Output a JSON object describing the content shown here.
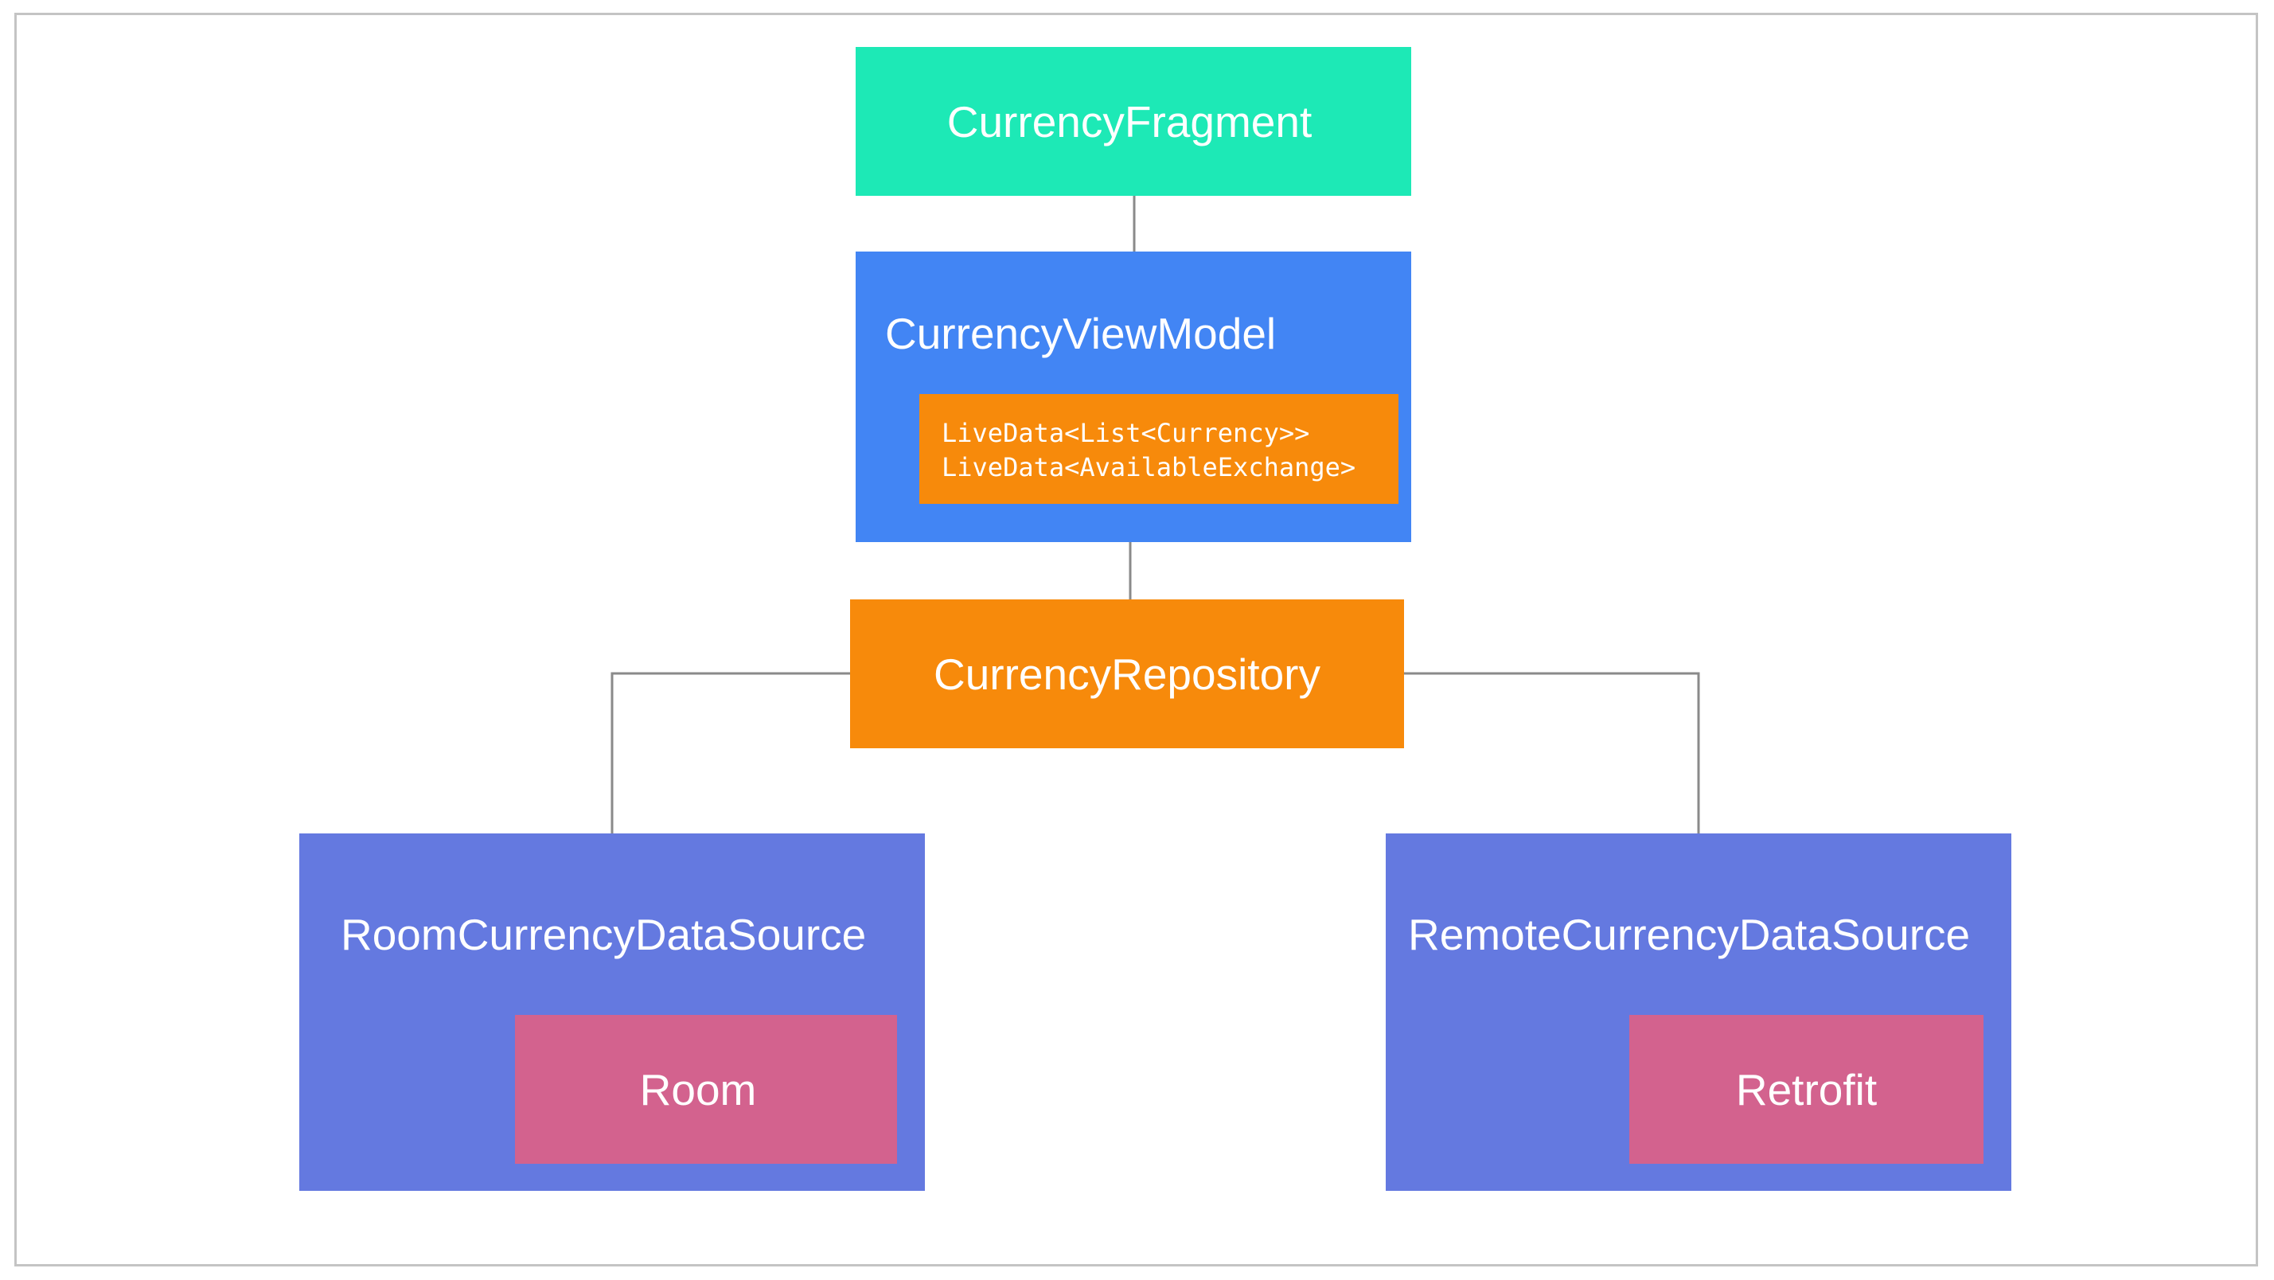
{
  "colors": {
    "fragment": "#1de9b6",
    "viewmodel": "#4285f4",
    "repository": "#f78a0b",
    "datasource": "#6479e0",
    "library": "#d3628e",
    "connector": "#8a8a8a",
    "frame": "#c4c4c4"
  },
  "diagram": {
    "fragment": {
      "label": "CurrencyFragment"
    },
    "viewmodel": {
      "label": "CurrencyViewModel",
      "livedata": [
        "LiveData<List<Currency>>",
        "LiveData<AvailableExchange>"
      ]
    },
    "repository": {
      "label": "CurrencyRepository"
    },
    "room_source": {
      "label": "RoomCurrencyDataSource",
      "library": "Room"
    },
    "remote_source": {
      "label": "RemoteCurrencyDataSource",
      "library": "Retrofit"
    }
  }
}
